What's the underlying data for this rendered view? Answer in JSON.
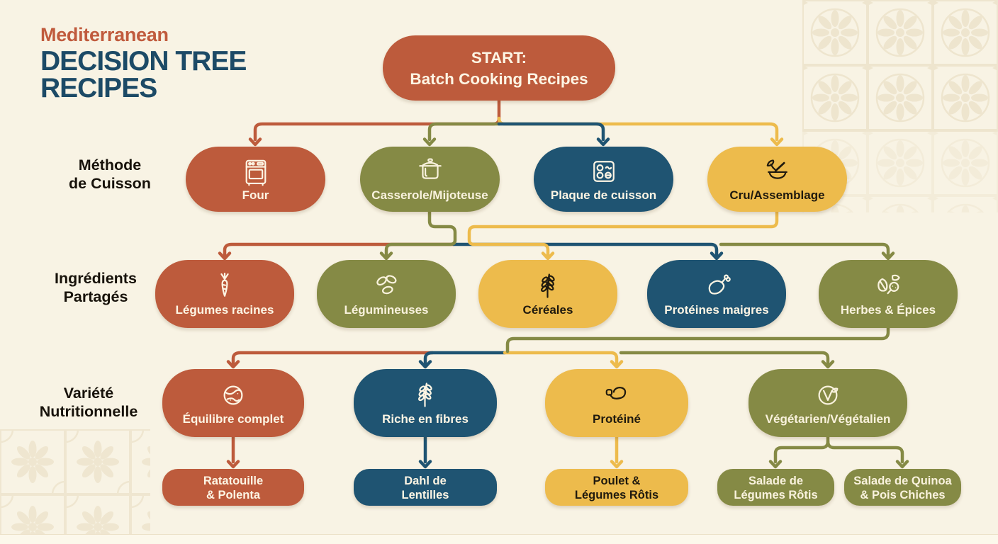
{
  "header": {
    "kicker": "Mediterranean",
    "title": "DECISION TREE\nRECIPES"
  },
  "start_node": {
    "label": "START:\nBatch Cooking Recipes",
    "color": "terracotta"
  },
  "row_labels": [
    {
      "label": "Méthode\nde Cuisson"
    },
    {
      "label": "Ingrédients\nPartagés"
    },
    {
      "label": "Variété\nNutritionnelle"
    }
  ],
  "method_nodes": [
    {
      "label": "Four",
      "icon": "oven-icon",
      "color": "terracotta"
    },
    {
      "label": "Casserole/Mijoteuse",
      "icon": "pot-icon",
      "color": "olive"
    },
    {
      "label": "Plaque de cuisson",
      "icon": "cooktop-icon",
      "color": "blue"
    },
    {
      "label": "Cru/Assemblage",
      "icon": "mortar-icon",
      "color": "yellow"
    }
  ],
  "ingredient_nodes": [
    {
      "label": "Légumes racines",
      "icon": "carrot-icon",
      "color": "terracotta"
    },
    {
      "label": "Légumineuses",
      "icon": "beans-icon",
      "color": "olive"
    },
    {
      "label": "Céréales",
      "icon": "wheat-icon",
      "color": "yellow"
    },
    {
      "label": "Protéines maigres",
      "icon": "chicken-icon",
      "color": "blue"
    },
    {
      "label": "Herbes & Épices",
      "icon": "herbs-icon",
      "color": "olive"
    }
  ],
  "variety_nodes": [
    {
      "label": "Équilibre complet",
      "icon": "balanced-plate-icon",
      "color": "terracotta"
    },
    {
      "label": "Riche en fibres",
      "icon": "fiber-wheat-icon",
      "color": "blue"
    },
    {
      "label": "Protéiné",
      "icon": "muscle-icon",
      "color": "yellow"
    },
    {
      "label": "Végétarien/Végétalien",
      "icon": "vegan-icon",
      "color": "olive"
    }
  ],
  "recipe_nodes": [
    {
      "label": "Ratatouille\n& Polenta",
      "color": "terracotta"
    },
    {
      "label": "Dahl de\nLentilles",
      "color": "blue"
    },
    {
      "label": "Poulet &\nLégumes Rôtis",
      "color": "yellow"
    },
    {
      "label": "Salade de\nLégumes Rôtis",
      "color": "olive"
    },
    {
      "label": "Salade de Quinoa\n& Pois Chiches",
      "color": "olive"
    }
  ],
  "connections": [
    {
      "from": [
        "start"
      ],
      "to": [
        "four",
        "casserole-mijoteuse",
        "plaque-de-cuisson",
        "cru-assemblage"
      ]
    },
    {
      "from": [
        "casserole-mijoteuse",
        "cru-assemblage"
      ],
      "to": [
        "legumes-racines",
        "legumineuses",
        "cereales",
        "proteines-maigres",
        "herbes-epices"
      ]
    },
    {
      "from": [
        "herbes-epices"
      ],
      "to": [
        "equilibre-complet",
        "riche-en-fibres",
        "proteine",
        "vegetarien-vegetalien"
      ]
    },
    {
      "from": [
        "equilibre-complet"
      ],
      "to": [
        "ratatouille-polenta"
      ]
    },
    {
      "from": [
        "riche-en-fibres"
      ],
      "to": [
        "dahl-de-lentilles"
      ]
    },
    {
      "from": [
        "proteine"
      ],
      "to": [
        "poulet-legumes-rotis"
      ]
    },
    {
      "from": [
        "vegetarien-vegetalien"
      ],
      "to": [
        "salade-de-legumes-rotis",
        "salade-de-quinoa-pois-chiches"
      ]
    }
  ],
  "palette": {
    "terracotta": "#bd5b3c",
    "olive": "#858a45",
    "blue": "#1f5472",
    "yellow": "#edbb4c",
    "background": "#f8f3e4",
    "title_blue": "#1c4a66",
    "title_terracotta": "#c05b3d",
    "tile_pattern": "#e6d9bc"
  }
}
